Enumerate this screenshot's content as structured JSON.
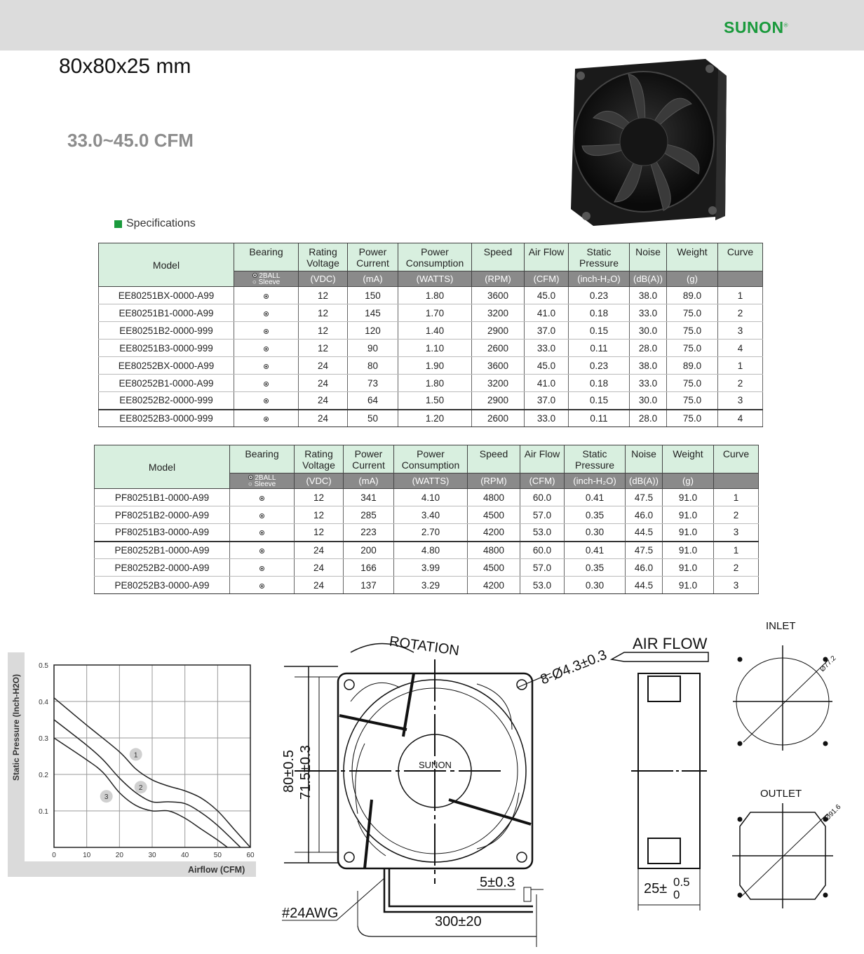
{
  "header": {
    "brand": "SUNON",
    "brand_mark": "®"
  },
  "title": "80x80x25 mm",
  "airflow_range": "33.0~45.0 CFM",
  "section_title": "Specifications",
  "table_headers": {
    "model": "Model",
    "bearing": "Bearing",
    "bearing_legend_ball": "2BALL",
    "bearing_legend_sleeve": "Sleeve",
    "columns": [
      {
        "label": "Rating Voltage",
        "unit": "(VDC)"
      },
      {
        "label": "Power Current",
        "unit": "(mA)"
      },
      {
        "label": "Power Consumption",
        "unit": "(WATTS)"
      },
      {
        "label": "Speed",
        "unit": "(RPM)"
      },
      {
        "label": "Air Flow",
        "unit": "(CFM)"
      },
      {
        "label": "Static Pressure",
        "unit": "(inch-H₂O)"
      },
      {
        "label": "Noise",
        "unit": "(dB(A))"
      },
      {
        "label": "Weight",
        "unit": "(g)"
      },
      {
        "label": "Curve",
        "unit": ""
      }
    ]
  },
  "table1": [
    [
      "EE80251BX-0000-A99",
      "ball",
      "12",
      "150",
      "1.80",
      "3600",
      "45.0",
      "0.23",
      "38.0",
      "89.0",
      "1"
    ],
    [
      "EE80251B1-0000-A99",
      "ball",
      "12",
      "145",
      "1.70",
      "3200",
      "41.0",
      "0.18",
      "33.0",
      "75.0",
      "2"
    ],
    [
      "EE80251B2-0000-999",
      "ball",
      "12",
      "120",
      "1.40",
      "2900",
      "37.0",
      "0.15",
      "30.0",
      "75.0",
      "3"
    ],
    [
      "EE80251B3-0000-999",
      "ball",
      "12",
      "90",
      "1.10",
      "2600",
      "33.0",
      "0.11",
      "28.0",
      "75.0",
      "4"
    ],
    [
      "EE80252BX-0000-A99",
      "ball",
      "24",
      "80",
      "1.90",
      "3600",
      "45.0",
      "0.23",
      "38.0",
      "89.0",
      "1"
    ],
    [
      "EE80252B1-0000-A99",
      "ball",
      "24",
      "73",
      "1.80",
      "3200",
      "41.0",
      "0.18",
      "33.0",
      "75.0",
      "2"
    ],
    [
      "EE80252B2-0000-999",
      "ball",
      "24",
      "64",
      "1.50",
      "2900",
      "37.0",
      "0.15",
      "30.0",
      "75.0",
      "3"
    ],
    [
      "EE80252B3-0000-999",
      "ball",
      "24",
      "50",
      "1.20",
      "2600",
      "33.0",
      "0.11",
      "28.0",
      "75.0",
      "4"
    ]
  ],
  "table2": [
    [
      "PF80251B1-0000-A99",
      "ball",
      "12",
      "341",
      "4.10",
      "4800",
      "60.0",
      "0.41",
      "47.5",
      "91.0",
      "1"
    ],
    [
      "PF80251B2-0000-A99",
      "ball",
      "12",
      "285",
      "3.40",
      "4500",
      "57.0",
      "0.35",
      "46.0",
      "91.0",
      "2"
    ],
    [
      "PF80251B3-0000-A99",
      "ball",
      "12",
      "223",
      "2.70",
      "4200",
      "53.0",
      "0.30",
      "44.5",
      "91.0",
      "3"
    ],
    [
      "PE80252B1-0000-A99",
      "ball",
      "24",
      "200",
      "4.80",
      "4800",
      "60.0",
      "0.41",
      "47.5",
      "91.0",
      "1"
    ],
    [
      "PE80252B2-0000-A99",
      "ball",
      "24",
      "166",
      "3.99",
      "4500",
      "57.0",
      "0.35",
      "46.0",
      "91.0",
      "2"
    ],
    [
      "PE80252B3-0000-A99",
      "ball",
      "24",
      "137",
      "3.29",
      "4200",
      "53.0",
      "0.30",
      "44.5",
      "91.0",
      "3"
    ]
  ],
  "chart_data": {
    "type": "line",
    "xlabel": "Airflow (CFM)",
    "ylabel": "Static Pressure (Inch-H2O)",
    "xlim": [
      0,
      60
    ],
    "ylim": [
      0,
      0.5
    ],
    "xticks": [
      "0",
      "10",
      "20",
      "30",
      "40",
      "50",
      "60"
    ],
    "yticks": [
      "0.1",
      "0.2",
      "0.3",
      "0.4",
      "0.5"
    ],
    "grid": true,
    "series": [
      {
        "name": "1",
        "label_at": [
          25,
          0.255
        ],
        "points": [
          [
            0,
            0.41
          ],
          [
            10,
            0.335
          ],
          [
            20,
            0.262
          ],
          [
            25,
            0.215
          ],
          [
            30,
            0.185
          ],
          [
            35,
            0.168
          ],
          [
            40,
            0.155
          ],
          [
            45,
            0.135
          ],
          [
            50,
            0.1
          ],
          [
            55,
            0.05
          ],
          [
            60,
            0
          ]
        ]
      },
      {
        "name": "2",
        "label_at": [
          26.5,
          0.165
        ],
        "points": [
          [
            0,
            0.35
          ],
          [
            10,
            0.28
          ],
          [
            15,
            0.24
          ],
          [
            20,
            0.19
          ],
          [
            25,
            0.15
          ],
          [
            30,
            0.125
          ],
          [
            35,
            0.125
          ],
          [
            40,
            0.12
          ],
          [
            45,
            0.095
          ],
          [
            50,
            0.06
          ],
          [
            57,
            0
          ]
        ]
      },
      {
        "name": "3",
        "label_at": [
          16,
          0.14
        ],
        "points": [
          [
            0,
            0.3
          ],
          [
            10,
            0.24
          ],
          [
            15,
            0.205
          ],
          [
            20,
            0.15
          ],
          [
            25,
            0.115
          ],
          [
            30,
            0.1
          ],
          [
            35,
            0.1
          ],
          [
            40,
            0.08
          ],
          [
            45,
            0.05
          ],
          [
            50,
            0.02
          ],
          [
            53,
            0
          ]
        ]
      }
    ]
  },
  "drawing": {
    "rotation": "ROTATION",
    "holes": "8-Ø4.3±0.3",
    "height_outer": "80±0.5",
    "height_inner": "71.5±0.3",
    "hub_logo": "SUNON",
    "wire": "#24AWG",
    "strip": "5±0.3",
    "lead": "300±20",
    "airflow": "AIR FLOW",
    "depth": "25±",
    "depth_tol_upper": "0.5",
    "depth_tol_lower": "0",
    "inlet": "INLET",
    "inlet_dia": "Ø77.2",
    "outlet": "OUTLET",
    "outlet_dia": "Ø91.6"
  }
}
